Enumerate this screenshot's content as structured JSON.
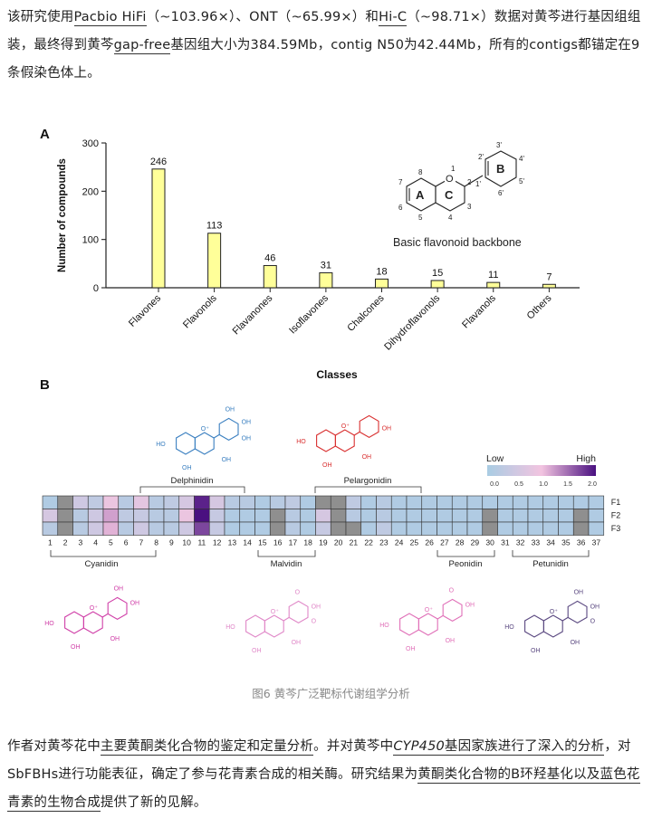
{
  "intro": {
    "t1": "该研究使用",
    "u1": "Pacbio HiFi",
    "t2": "（~103.96×）、ONT（~65.99×）和",
    "u2": "Hi-C",
    "t3": "（~98.71×）数据对黄芩进行基因组组装，最终得到黄芩",
    "u3": "gap-free",
    "t4": "基因组大小为384.59Mb，contig N50为42.44Mb，所有的contigs都锚定在9条假染色体上。"
  },
  "figure": {
    "panel_a_label": "A",
    "panel_b_label": "B",
    "chart_data": {
      "type": "bar",
      "categories": [
        "Flavones",
        "Flavonols",
        "Flavanones",
        "Isoflavones",
        "Chalcones",
        "Dihydroflavonols",
        "Flavanols",
        "Others"
      ],
      "values": [
        246,
        113,
        46,
        31,
        18,
        15,
        11,
        7
      ],
      "xlabel": "Classes",
      "ylabel": "Number of compounds",
      "ylim": [
        0,
        300
      ],
      "yticks": [
        0,
        100,
        200,
        300
      ],
      "bar_color": "#ffff99",
      "grid": false
    },
    "backbone": {
      "caption": "Basic flavonoid backbone",
      "ring_a": "A",
      "ring_b": "B",
      "ring_c": "C",
      "atom_labels": [
        "1",
        "2",
        "3",
        "4",
        "5",
        "6",
        "7",
        "8",
        "1'",
        "2'",
        "3'",
        "4'",
        "5'",
        "6'"
      ],
      "o_label": "O"
    },
    "heatmap": {
      "columns": [
        "1",
        "2",
        "3",
        "4",
        "5",
        "6",
        "7",
        "8",
        "9",
        "10",
        "11",
        "12",
        "13",
        "14",
        "15",
        "16",
        "17",
        "18",
        "19",
        "20",
        "21",
        "22",
        "23",
        "24",
        "25",
        "26",
        "27",
        "28",
        "29",
        "30",
        "31",
        "32",
        "33",
        "34",
        "35",
        "36",
        "37"
      ],
      "rows": [
        "F1",
        "F2",
        "F3"
      ],
      "values": [
        [
          0.1,
          null,
          0.5,
          0.3,
          0.9,
          0.2,
          0.8,
          0.2,
          0.3,
          0.6,
          1.9,
          0.6,
          0.2,
          0.2,
          0.1,
          0.2,
          0.3,
          0.1,
          null,
          null,
          0.3,
          0.1,
          0.2,
          0.1,
          0.1,
          0.1,
          0.1,
          0.1,
          0.1,
          0.1,
          0.1,
          0.1,
          0.1,
          0.1,
          0.1,
          0.1,
          0.1
        ],
        [
          0.6,
          null,
          0.2,
          0.5,
          1.2,
          0.3,
          0.4,
          0.2,
          0.2,
          0.9,
          2.0,
          0.4,
          0.1,
          0.1,
          0.1,
          null,
          0.2,
          0.1,
          0.6,
          null,
          0.2,
          0.1,
          0.2,
          0.1,
          0.1,
          0.1,
          0.1,
          0.1,
          0.1,
          null,
          0.1,
          0.1,
          0.1,
          0.1,
          0.1,
          null,
          0.1
        ],
        [
          0.2,
          null,
          0.2,
          0.5,
          1.1,
          0.2,
          0.5,
          0.2,
          0.2,
          0.5,
          1.7,
          0.4,
          0.1,
          0.1,
          0.1,
          null,
          0.2,
          0.1,
          0.4,
          null,
          null,
          0.1,
          0.3,
          0.1,
          0.1,
          0.1,
          0.1,
          0.1,
          0.1,
          null,
          0.1,
          0.1,
          0.1,
          0.1,
          0.1,
          null,
          0.1
        ]
      ],
      "legend_low": "Low",
      "legend_high": "High",
      "legend_ticks": [
        "0.0",
        "0.5",
        "1.0",
        "1.5",
        "2.0"
      ],
      "groups": {
        "delphinidin": "Delphinidin",
        "pelargonidin": "Pelargonidin",
        "cyanidin": "Cyanidin",
        "malvidin": "Malvidin",
        "peonidin": "Peonidin",
        "petunidin": "Petunidin"
      },
      "colors": {
        "low": "#a9cce3",
        "mid": "#f2c4e0",
        "high": "#4a1080",
        "na": "#8f8f8f"
      }
    },
    "mol_labels": {
      "ho": "HO",
      "oh": "OH",
      "o_plus": "O⁺",
      "o": "O"
    },
    "caption": "图6 黄芩广泛靶标代谢组学分析"
  },
  "outro": {
    "t1": "作者对黄芩花中",
    "u1": "主要黄酮类化合物的鉴定和定量分析",
    "t2": "。并对黄芩中",
    "u2i": "CYP450",
    "u2": "基因家族进行了深入的分析",
    "t3": "，对SbFBHs进行功能表征，确定了参与花青素合成的相关酶。研究结果为",
    "u3": "黄酮类化合物的B环羟基化以及蓝色花青素的生物合成",
    "t4": "提供了新的见解。"
  }
}
